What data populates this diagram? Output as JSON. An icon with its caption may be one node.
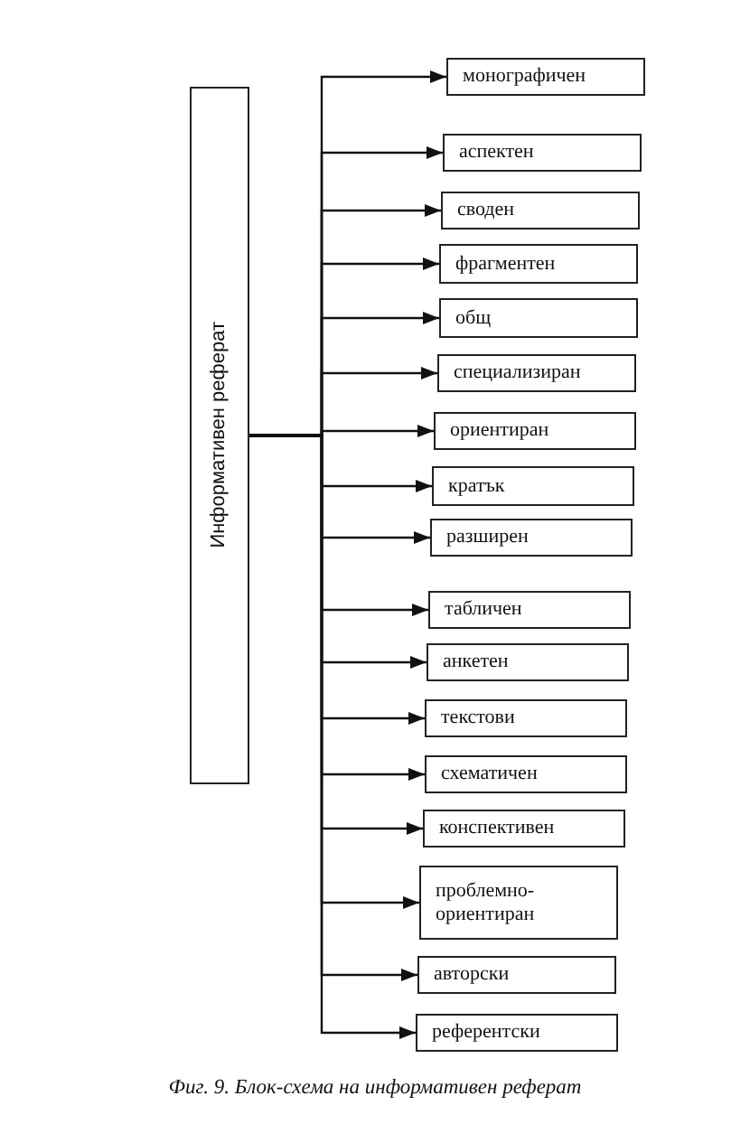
{
  "diagram": {
    "caption": "Фиг. 9. Блок-схема на информативен реферат",
    "nodes": [
      {
        "text": [
          "Информативен реферат"
        ]
      },
      {
        "text": [
          "монографичен"
        ]
      },
      {
        "text": [
          "аспектен"
        ]
      },
      {
        "text": [
          "своден"
        ]
      },
      {
        "text": [
          "фрагментен"
        ]
      },
      {
        "text": [
          "общ"
        ]
      },
      {
        "text": [
          "специализиран"
        ]
      },
      {
        "text": [
          "ориентиран"
        ]
      },
      {
        "text": [
          "кратък"
        ]
      },
      {
        "text": [
          "разширен"
        ]
      },
      {
        "text": [
          "табличен"
        ]
      },
      {
        "text": [
          "анкетен"
        ]
      },
      {
        "text": [
          "текстови"
        ]
      },
      {
        "text": [
          "схематичен"
        ]
      },
      {
        "text": [
          "конспективен"
        ]
      },
      {
        "text": [
          "проблемно-ориентиран"
        ]
      },
      {
        "text": [
          "авторски"
        ]
      },
      {
        "text": [
          "референтски"
        ]
      }
    ],
    "edges": [
      {
        "from": 0,
        "to": 1,
        "arrow": "to"
      },
      {
        "from": 0,
        "to": 2,
        "arrow": "to"
      },
      {
        "from": 0,
        "to": 3,
        "arrow": "to"
      },
      {
        "from": 0,
        "to": 4,
        "arrow": "to"
      },
      {
        "from": 0,
        "to": 5,
        "arrow": "to"
      },
      {
        "from": 0,
        "to": 6,
        "arrow": "to"
      },
      {
        "from": 0,
        "to": 7,
        "arrow": "to"
      },
      {
        "from": 0,
        "to": 8,
        "arrow": "to"
      },
      {
        "from": 0,
        "to": 9,
        "arrow": "to"
      },
      {
        "from": 0,
        "to": 10,
        "arrow": "to"
      },
      {
        "from": 0,
        "to": 11,
        "arrow": "to"
      },
      {
        "from": 0,
        "to": 12,
        "arrow": "to"
      },
      {
        "from": 0,
        "to": 13,
        "arrow": "to"
      },
      {
        "from": 0,
        "to": 14,
        "arrow": "to"
      },
      {
        "from": 0,
        "to": 15,
        "arrow": "to"
      },
      {
        "from": 0,
        "to": 16,
        "arrow": "to"
      },
      {
        "from": 0,
        "to": 17,
        "arrow": "to"
      }
    ]
  }
}
